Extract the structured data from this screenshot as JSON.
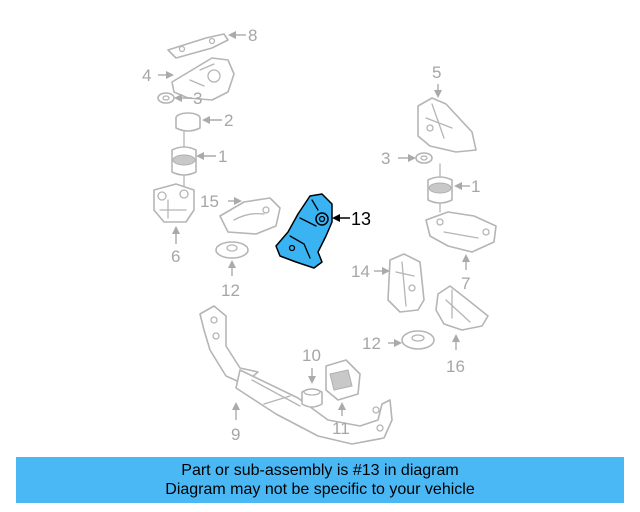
{
  "callouts": {
    "p1a": "1",
    "p1b": "1",
    "p2": "2",
    "p3a": "3",
    "p3b": "3",
    "p4": "4",
    "p5": "5",
    "p6": "6",
    "p7": "7",
    "p8": "8",
    "p9": "9",
    "p10": "10",
    "p11": "11",
    "p12a": "12",
    "p12b": "12",
    "p13": "13",
    "p14": "14",
    "p15": "15",
    "p16": "16"
  },
  "colors": {
    "highlight": "#39b3f2",
    "banner": "#4ab8f5"
  },
  "banner": {
    "line1": "Part or sub-assembly is #13 in diagram",
    "line2": "Diagram may not be specific to your vehicle"
  }
}
